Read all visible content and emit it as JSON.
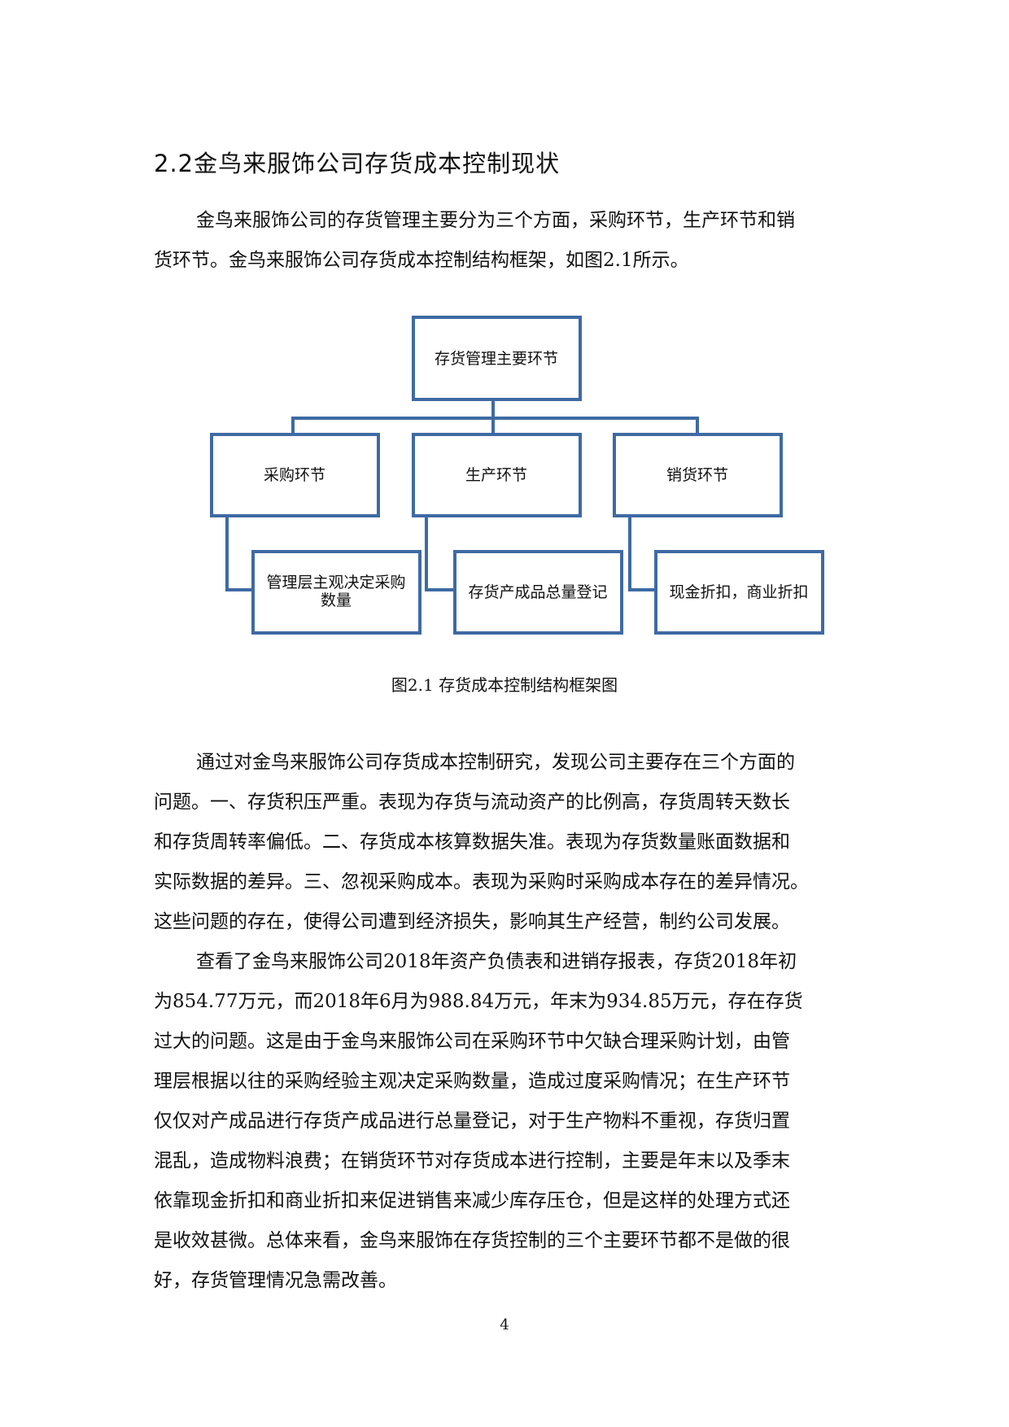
{
  "section": {
    "heading": "2.2金鸟来服饰公司存货成本控制现状"
  },
  "intro": {
    "lines": [
      "金鸟来服饰公司的存货管理主要分为三个方面，采购环节，生产环节和销",
      "货环节。金鸟来服饰公司存货成本控制结构框架，如图2.1所示。"
    ]
  },
  "diagram": {
    "root": "存货管理主要环节",
    "branches": [
      {
        "label": "采购环节",
        "detail_lines": [
          "管理层主观决定采购",
          "数量"
        ]
      },
      {
        "label": "生产环节",
        "detail_lines": [
          "存货产成品总量登记"
        ]
      },
      {
        "label": "销货环节",
        "detail_lines": [
          "现金折扣，商业折扣"
        ]
      }
    ],
    "caption": "图2.1  存货成本控制结构框架图",
    "line_color": "#3f6aa3"
  },
  "body": {
    "para1_lines": [
      "通过对金鸟来服饰公司存货成本控制研究，发现公司主要存在三个方面的",
      "问题。一、存货积压严重。表现为存货与流动资产的比例高，存货周转天数长",
      "和存货周转率偏低。二、存货成本核算数据失准。表现为存货数量账面数据和",
      "实际数据的差异。三、忽视采购成本。表现为采购时采购成本存在的差异情况。",
      "这些问题的存在，使得公司遭到经济损失，影响其生产经营，制约公司发展。"
    ],
    "para2_lines": [
      "查看了金鸟来服饰公司2018年资产负债表和进销存报表，存货2018年初",
      "为854.77万元，而2018年6月为988.84万元，年末为934.85万元，存在存货",
      "过大的问题。这是由于金鸟来服饰公司在采购环节中欠缺合理采购计划，由管",
      "理层根据以往的采购经验主观决定采购数量，造成过度采购情况；在生产环节",
      "仅仅对产成品进行存货产成品进行总量登记，对于生产物料不重视，存货归置",
      "混乱，造成物料浪费；在销货环节对存货成本进行控制，主要是年末以及季末",
      "依靠现金折扣和商业折扣来促进销售来减少库存压仓，但是这样的处理方式还",
      "是收效甚微。总体来看，金鸟来服饰在存货控制的三个主要环节都不是做的很",
      "好，存货管理情况急需改善。"
    ]
  },
  "footer": {
    "page_number": "4"
  }
}
